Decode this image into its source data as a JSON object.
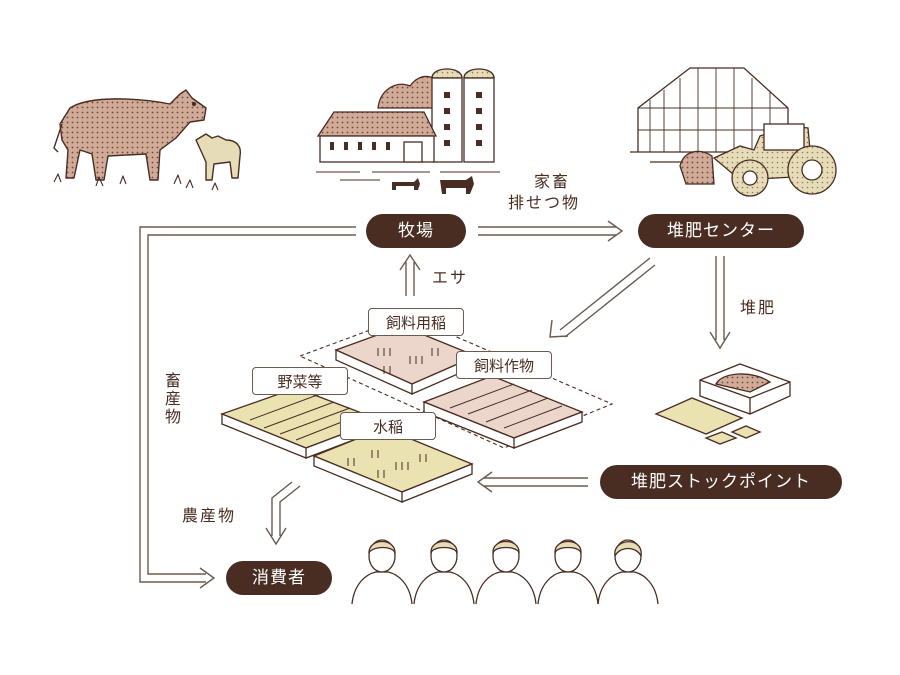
{
  "nodes": {
    "farm": "牧場",
    "compost_center": "堆肥センター",
    "compost_stock": "堆肥ストックポイント",
    "consumer": "消費者"
  },
  "flows": {
    "manure_line1": "家畜",
    "manure_line2": "排せつ物",
    "feed": "エサ",
    "compost": "堆肥",
    "livestock_products": "畜産物",
    "agri_products": "農産物"
  },
  "fields": {
    "feed_rice": "飼料用稲",
    "feed_crops": "飼料作物",
    "vegetables": "野菜等",
    "paddy_rice": "水稲"
  },
  "colors": {
    "brown": "#4a2d22",
    "line": "#6b5a4e",
    "cow": "#c9a08c",
    "pink_field": "#ecd6cc",
    "yellow_field": "#ebe2b1",
    "compost": "#a88c7a",
    "gold": "#e6dcb8"
  }
}
